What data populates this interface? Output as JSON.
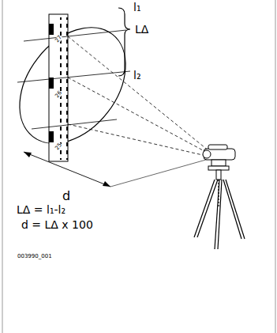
{
  "diagram": {
    "labels": [
      "l₁",
      "LΔ",
      "l₂",
      "27",
      "26",
      "25",
      "d",
      "LΔ = l₁-l₂",
      "d = LΔ x 100",
      "003990_001"
    ]
  }
}
